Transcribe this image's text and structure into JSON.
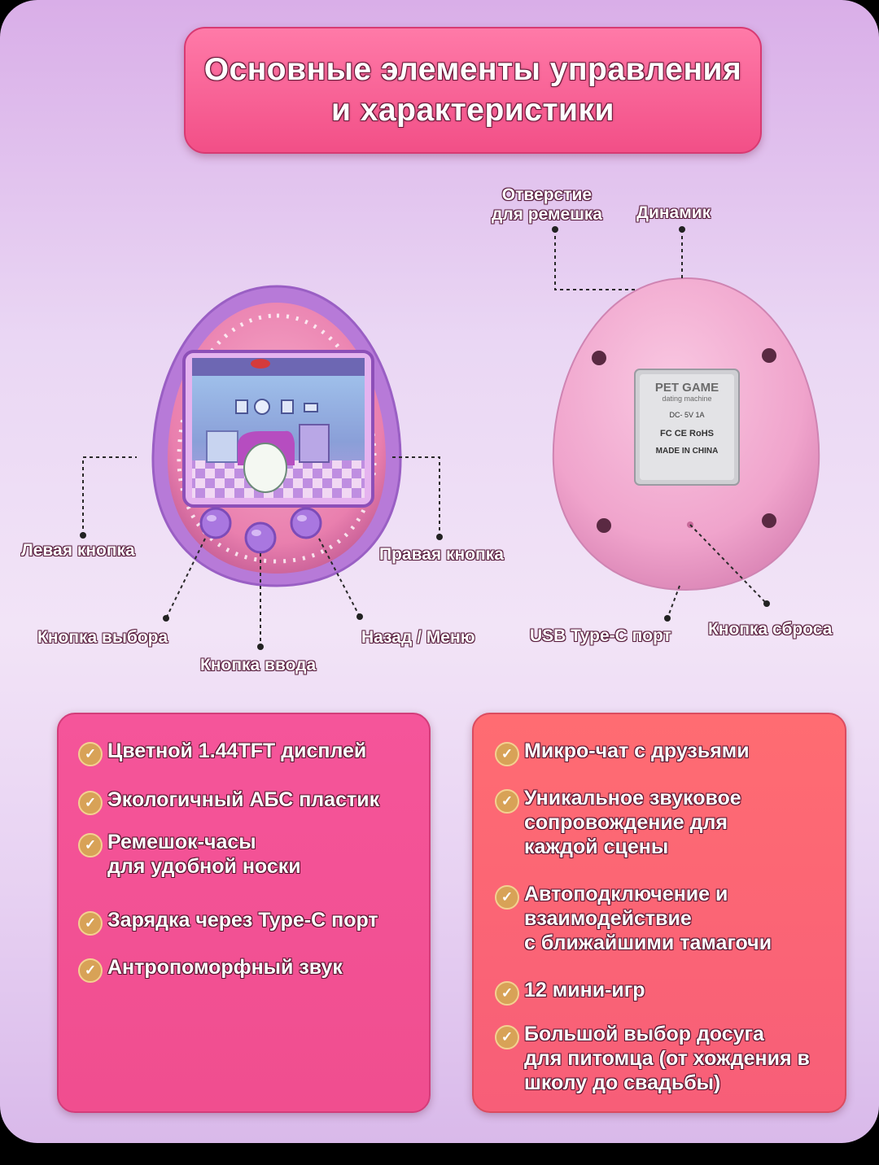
{
  "header": {
    "title_line1": "Основные элементы управления",
    "title_line2": "и характеристики"
  },
  "labels": {
    "strap_hole": "Отверстие\nдля ремешка",
    "speaker": "Динамик",
    "left_button": "Левая кнопка",
    "right_button": "Правая кнопка",
    "select_button": "Кнопка выбора",
    "enter_button": "Кнопка ввода",
    "back_menu": "Назад / Меню",
    "usb_port": "USB Type-C порт",
    "reset_button": "Кнопка сброса"
  },
  "sticker": {
    "line1": "PET GAME",
    "line2": "dating machine",
    "line3": "DC- 5V 1A",
    "line4": "FC CE RoHS",
    "line5": "MADE IN CHINA"
  },
  "features_left": [
    {
      "text": "Цветной 1.44TFT дисплей"
    },
    {
      "text": "Экологичный АБС пластик"
    },
    {
      "text": "Ремешок-часы\nдля удобной носки"
    },
    {
      "text": "Зарядка через Type-C порт"
    },
    {
      "text": "Антропоморфный звук"
    }
  ],
  "features_right": [
    {
      "text": "Микро-чат с друзьями"
    },
    {
      "text": "Уникальное звуковое\nсопровождение для\nкаждой сцены"
    },
    {
      "text": "Автоподключение и\nвзаимодействие\nс ближайшими тамагочи"
    },
    {
      "text": "12 мини-игр"
    },
    {
      "text": "Большой выбор досуга\nдля питомца (от хождения в\nшколу до свадьбы)"
    }
  ],
  "colors": {
    "title_bg": "#f24f87",
    "left_panel": "#f04e8f",
    "right_panel": "#f75e78",
    "device_back": "#f2a9cf",
    "device_front": "#b77ad8"
  }
}
